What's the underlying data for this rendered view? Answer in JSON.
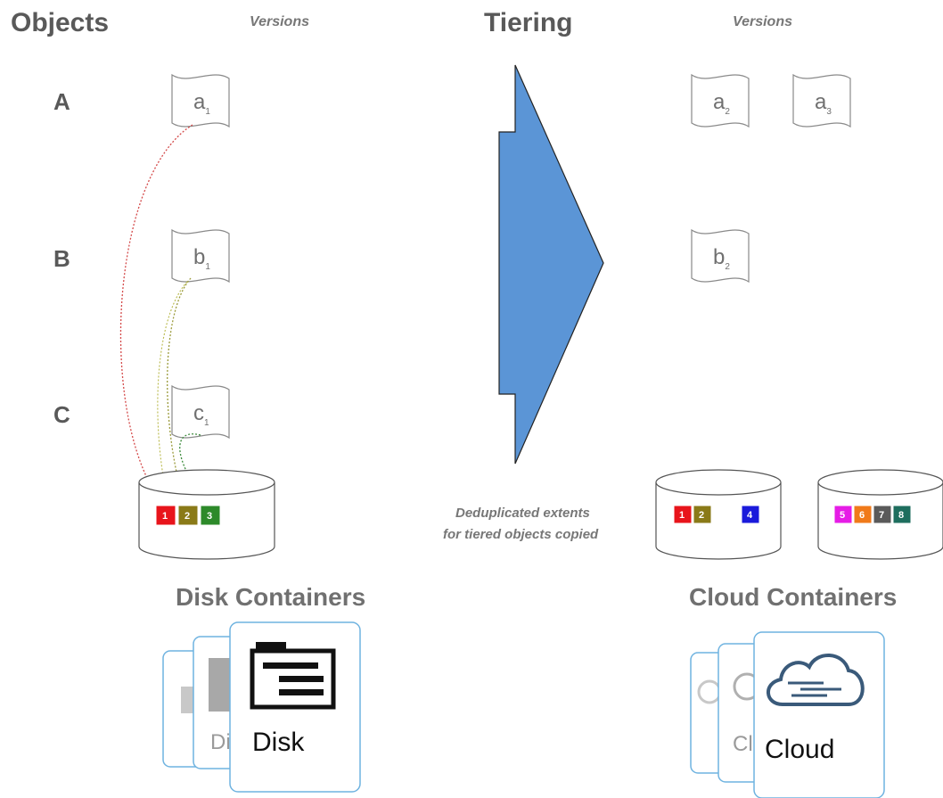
{
  "left": {
    "title": "Objects",
    "versions_label": "Versions",
    "rows": [
      "A",
      "B",
      "C"
    ],
    "docs": [
      {
        "letter": "a",
        "sub": "1"
      },
      {
        "letter": "b",
        "sub": "1"
      },
      {
        "letter": "c",
        "sub": "1"
      }
    ],
    "extents": [
      {
        "label": "1",
        "color": "#e8141b"
      },
      {
        "label": "2",
        "color": "#8a7a18"
      },
      {
        "label": "3",
        "color": "#2d8a2a"
      }
    ],
    "container_label": "Disk Containers",
    "card_label": "Disk",
    "card_ghost_label": "Di"
  },
  "right": {
    "title": "Tiering",
    "versions_label": "Versions",
    "docs": [
      {
        "letter": "a",
        "sub": "2"
      },
      {
        "letter": "a",
        "sub": "3"
      },
      {
        "letter": "b",
        "sub": "2"
      }
    ],
    "note_line1": "Deduplicated extents",
    "note_line2": "for tiered objects copied",
    "cyl1_extents": [
      {
        "label": "1",
        "color": "#e8141b"
      },
      {
        "label": "2",
        "color": "#8a7a18"
      },
      {
        "label": "4",
        "color": "#1a1adb"
      }
    ],
    "cyl2_extents": [
      {
        "label": "5",
        "color": "#e61ce6"
      },
      {
        "label": "6",
        "color": "#f07a1a"
      },
      {
        "label": "7",
        "color": "#5a5a5a"
      },
      {
        "label": "8",
        "color": "#1e6e5e"
      }
    ],
    "container_label": "Cloud Containers",
    "card_label": "Cloud",
    "card_ghost_label": "Cl"
  },
  "colors": {
    "arrow_fill": "#5b95d6",
    "card_border": "#6fb3e0",
    "link_red": "#d44a4a",
    "link_olive": "#9a9a3a",
    "link_green": "#3a8a3a"
  }
}
